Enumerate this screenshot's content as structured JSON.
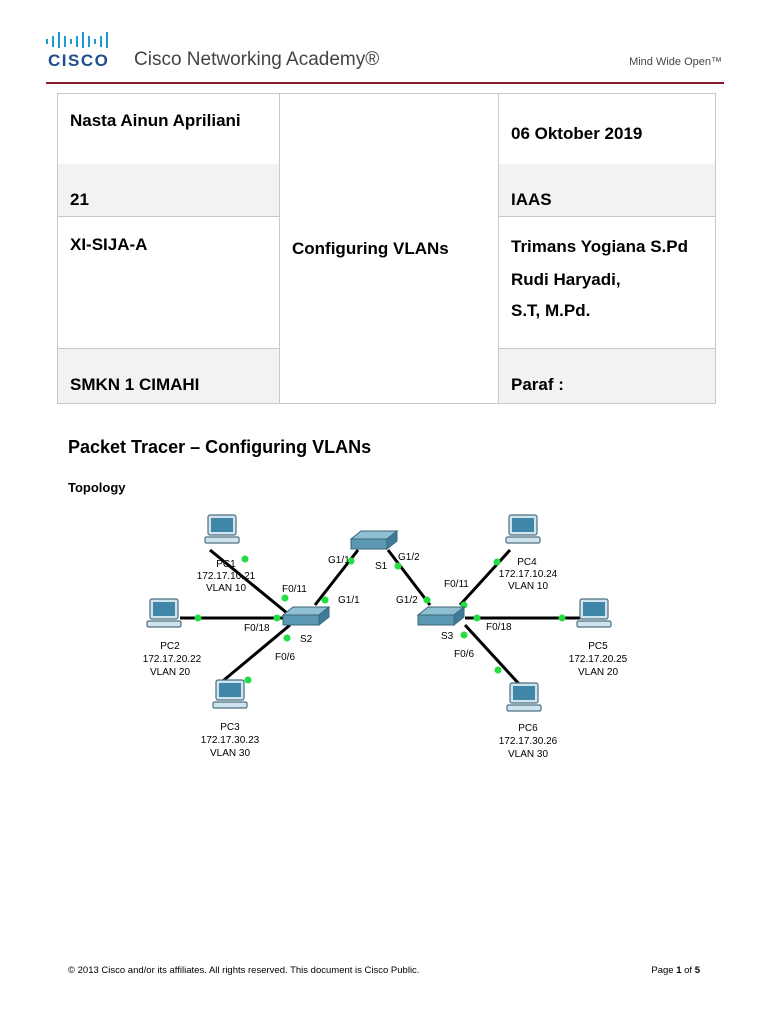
{
  "header": {
    "brand": "CISCO",
    "academy": "Cisco Networking Academy®",
    "tagline": "Mind Wide Open™"
  },
  "info_table": {
    "name": "Nasta Ainun Apriliani",
    "date": "06 Oktober 2019",
    "number": "21",
    "title": "Configuring VLANs",
    "grade": "IAAS",
    "class": "XI-SIJA-A",
    "teacher1": "Trimans Yogiana S.Pd",
    "teacher2a": "Rudi Haryadi,",
    "teacher2b": "S.T, M.Pd.",
    "school": "SMKN 1 CIMAHI",
    "sign": "Paraf :"
  },
  "document": {
    "title": "Packet Tracer – Configuring VLANs",
    "section": "Topology"
  },
  "topology": {
    "switches": [
      {
        "id": "S1",
        "label": "S1"
      },
      {
        "id": "S2",
        "label": "S2"
      },
      {
        "id": "S3",
        "label": "S3"
      }
    ],
    "pcs": [
      {
        "name": "PC1",
        "ip": "172.17.10.21",
        "vlan": "VLAN 10",
        "port": "F0/11"
      },
      {
        "name": "PC2",
        "ip": "172.17.20.22",
        "vlan": "VLAN 20",
        "port": "F0/18"
      },
      {
        "name": "PC3",
        "ip": "172.17.30.23",
        "vlan": "VLAN 30",
        "port": "F0/6"
      },
      {
        "name": "PC4",
        "ip": "172.17.10.24",
        "vlan": "VLAN 10",
        "port": "F0/11"
      },
      {
        "name": "PC5",
        "ip": "172.17.20.25",
        "vlan": "VLAN 20",
        "port": "F0/18"
      },
      {
        "name": "PC6",
        "ip": "172.17.30.26",
        "vlan": "VLAN 30",
        "port": "F0/6"
      }
    ],
    "trunk_ports": {
      "s1_left": "G1/1",
      "s1_right": "G1/2",
      "s2_up": "G1/1",
      "s3_up": "G1/2"
    }
  },
  "footer": {
    "copyright": "© 2013 Cisco and/or its affiliates. All rights reserved. This document is Cisco Public.",
    "page_prefix": "Page",
    "page_num": "1",
    "page_of": "of",
    "page_total": "5"
  }
}
